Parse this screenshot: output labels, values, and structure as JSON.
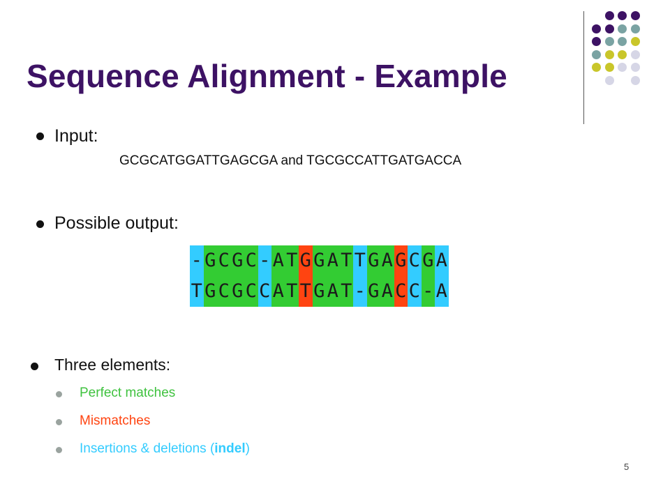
{
  "slide": {
    "title": "Sequence Alignment  - Example",
    "page_number": "5"
  },
  "colors": {
    "title": "#3d1264",
    "match": "#33cc33",
    "mismatch": "#ff4411",
    "indel": "#33ccff",
    "deco_purple": "#3d1264",
    "deco_teal": "#7aa3a3",
    "deco_yellow": "#c9c62a",
    "deco_lavender": "#d6d6e6"
  },
  "decoration": {
    "grid_colors": [
      [
        "",
        "purple",
        "purple",
        "purple",
        ""
      ],
      [
        "purple",
        "purple",
        "teal",
        "teal",
        ""
      ],
      [
        "purple",
        "teal",
        "teal",
        "yellow",
        ""
      ],
      [
        "teal",
        "yellow",
        "yellow",
        "lavender",
        ""
      ],
      [
        "yellow",
        "yellow",
        "lavender",
        "lavender",
        ""
      ],
      [
        "",
        "lavender",
        "",
        "lavender",
        ""
      ]
    ]
  },
  "input": {
    "label": "Input:",
    "sequences": "GCGCATGGATTGAGCGA and TGCGCCATTGATGACCA"
  },
  "output": {
    "label": "Possible output:",
    "row1": "-GCGC-ATGGATTGAGCGA",
    "row2": "TGCGCCATTGAT-GACC-A",
    "column_types": [
      "indel",
      "match",
      "match",
      "match",
      "match",
      "indel",
      "match",
      "match",
      "mismatch",
      "match",
      "match",
      "match",
      "indel",
      "match",
      "match",
      "mismatch",
      "indel",
      "match",
      "indel"
    ]
  },
  "elements": {
    "label": "Three elements:",
    "items": [
      {
        "text": "Perfect matches",
        "type": "match"
      },
      {
        "text": "Mismatches",
        "type": "mismatch"
      },
      {
        "text_prefix": "Insertions & deletions (",
        "text_bold": "indel",
        "text_suffix": ")",
        "type": "indel"
      }
    ]
  }
}
